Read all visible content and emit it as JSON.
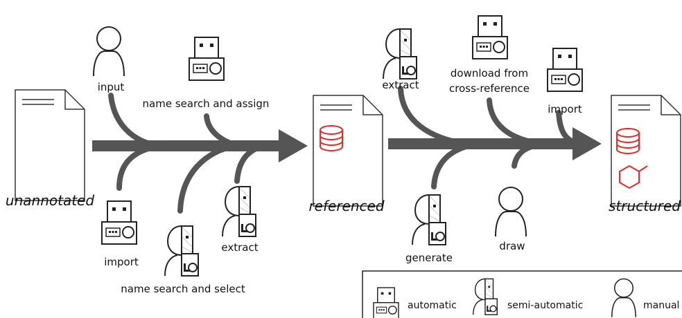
{
  "colors": {
    "arrow": "#555555",
    "accent": "#e32b2b",
    "ink": "#222222"
  },
  "documents": {
    "unannotated": "unannotated",
    "referenced": "referenced",
    "structured": "structured"
  },
  "stage1": {
    "input": "input",
    "name_search_assign": "name search and assign",
    "import": "import",
    "name_search_select": "name search and select",
    "extract": "extract"
  },
  "stage2": {
    "extract": "extract",
    "download_line1": "download from",
    "download_line2": "cross-reference",
    "import": "import",
    "generate": "generate",
    "draw": "draw"
  },
  "legend": {
    "automatic": "automatic",
    "semi_automatic": "semi-automatic",
    "manual": "manual"
  },
  "icons": {
    "document": "document-icon",
    "database": "database-icon",
    "structure": "hexagon-structure-icon",
    "robot": "robot-icon",
    "person": "person-icon",
    "cyborg": "semi-robot-person-icon"
  }
}
